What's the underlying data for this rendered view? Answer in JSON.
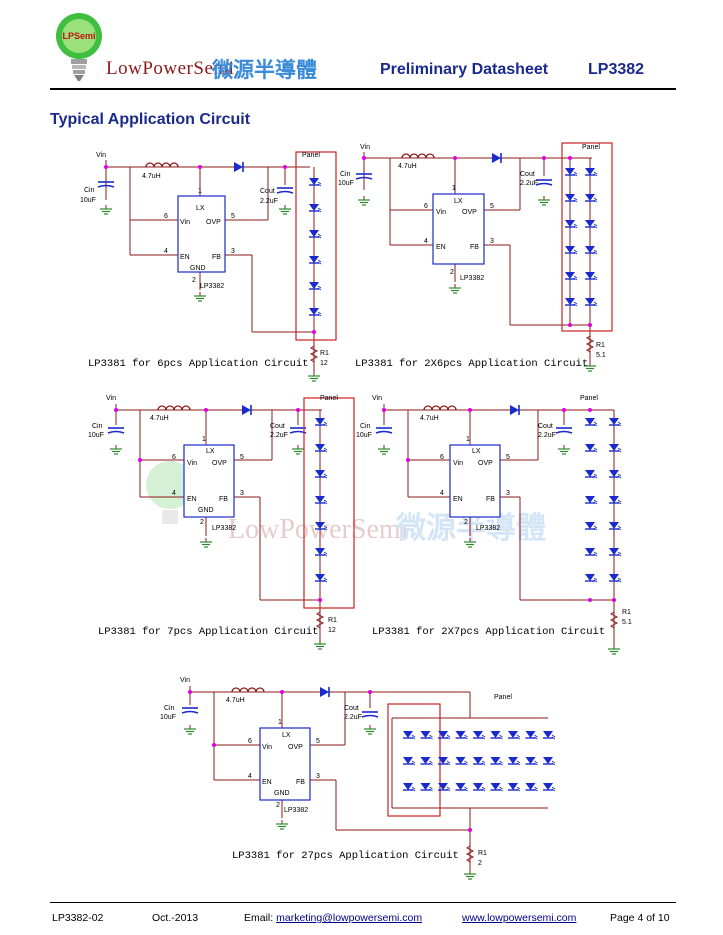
{
  "header": {
    "logo_text": "LPSemi",
    "brand_name": "LowPowerSemi",
    "brand_cn": "微源半導體",
    "doc_title": "Preliminary Datasheet",
    "part_number": "LP3382"
  },
  "section_title": "Typical Application Circuit",
  "circuit_labels": {
    "vin": "Vin",
    "cin": "Cin",
    "cin_val": "10uF",
    "inductor": "4.7uH",
    "cout": "Cout",
    "cout_val": "2.2uF",
    "panel": "Panel",
    "pin_lx": "LX",
    "pin_vin": "Vin",
    "pin_ovp": "OVP",
    "pin_en": "EN",
    "pin_fb": "FB",
    "pin_gnd": "GND",
    "chip_name": "LP3382",
    "r1": "R1"
  },
  "circuits": [
    {
      "caption": "LP3381 for 6pcs Application Circuit",
      "r1_value": "12"
    },
    {
      "caption": "LP3381 for 2X6pcs Application Circuit",
      "r1_value": "5.1"
    },
    {
      "caption": "LP3381 for 7pcs Application Circuit",
      "r1_value": "12"
    },
    {
      "caption": "LP3381 for 2X7pcs Application Circuit",
      "r1_value": "5.1"
    },
    {
      "caption": "LP3381 for 27pcs Application Circuit",
      "r1_value": "2"
    }
  ],
  "watermark": {
    "brand": "LowPowerSemi",
    "brand_cn": "微源半導體"
  },
  "footer": {
    "part": "LP3382-02",
    "date": "Oct.-2013",
    "email_label": "Email:",
    "email": "marketing@lowpowersemi.com",
    "website": "www.lowpowersemi.com",
    "page": "Page 4 of 10"
  },
  "colors": {
    "wire": "#8b1a1a",
    "led": "#1a2acc",
    "junction": "#e000e0",
    "brand_blue": "#3a8bd8",
    "title_blue": "#1a2a8c",
    "panel_box": "#cc2222",
    "ground": "#2a8a2a"
  }
}
